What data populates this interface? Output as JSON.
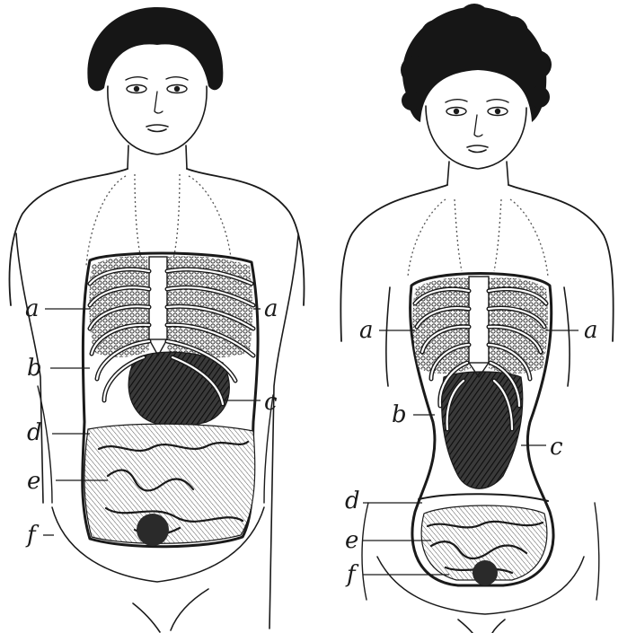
{
  "figures": [
    {
      "id": "natural",
      "labels": {
        "a_left": "a",
        "a_right": "a",
        "b": "b",
        "c": "c",
        "d": "d",
        "e": "e",
        "f": "f"
      }
    },
    {
      "id": "corseted",
      "labels": {
        "a_left": "a",
        "a_right": "a",
        "b": "b",
        "c": "c",
        "d": "d",
        "e": "e",
        "f": "f"
      }
    }
  ],
  "style": {
    "ink": "#1a1a1a",
    "paper": "#ffffff"
  }
}
